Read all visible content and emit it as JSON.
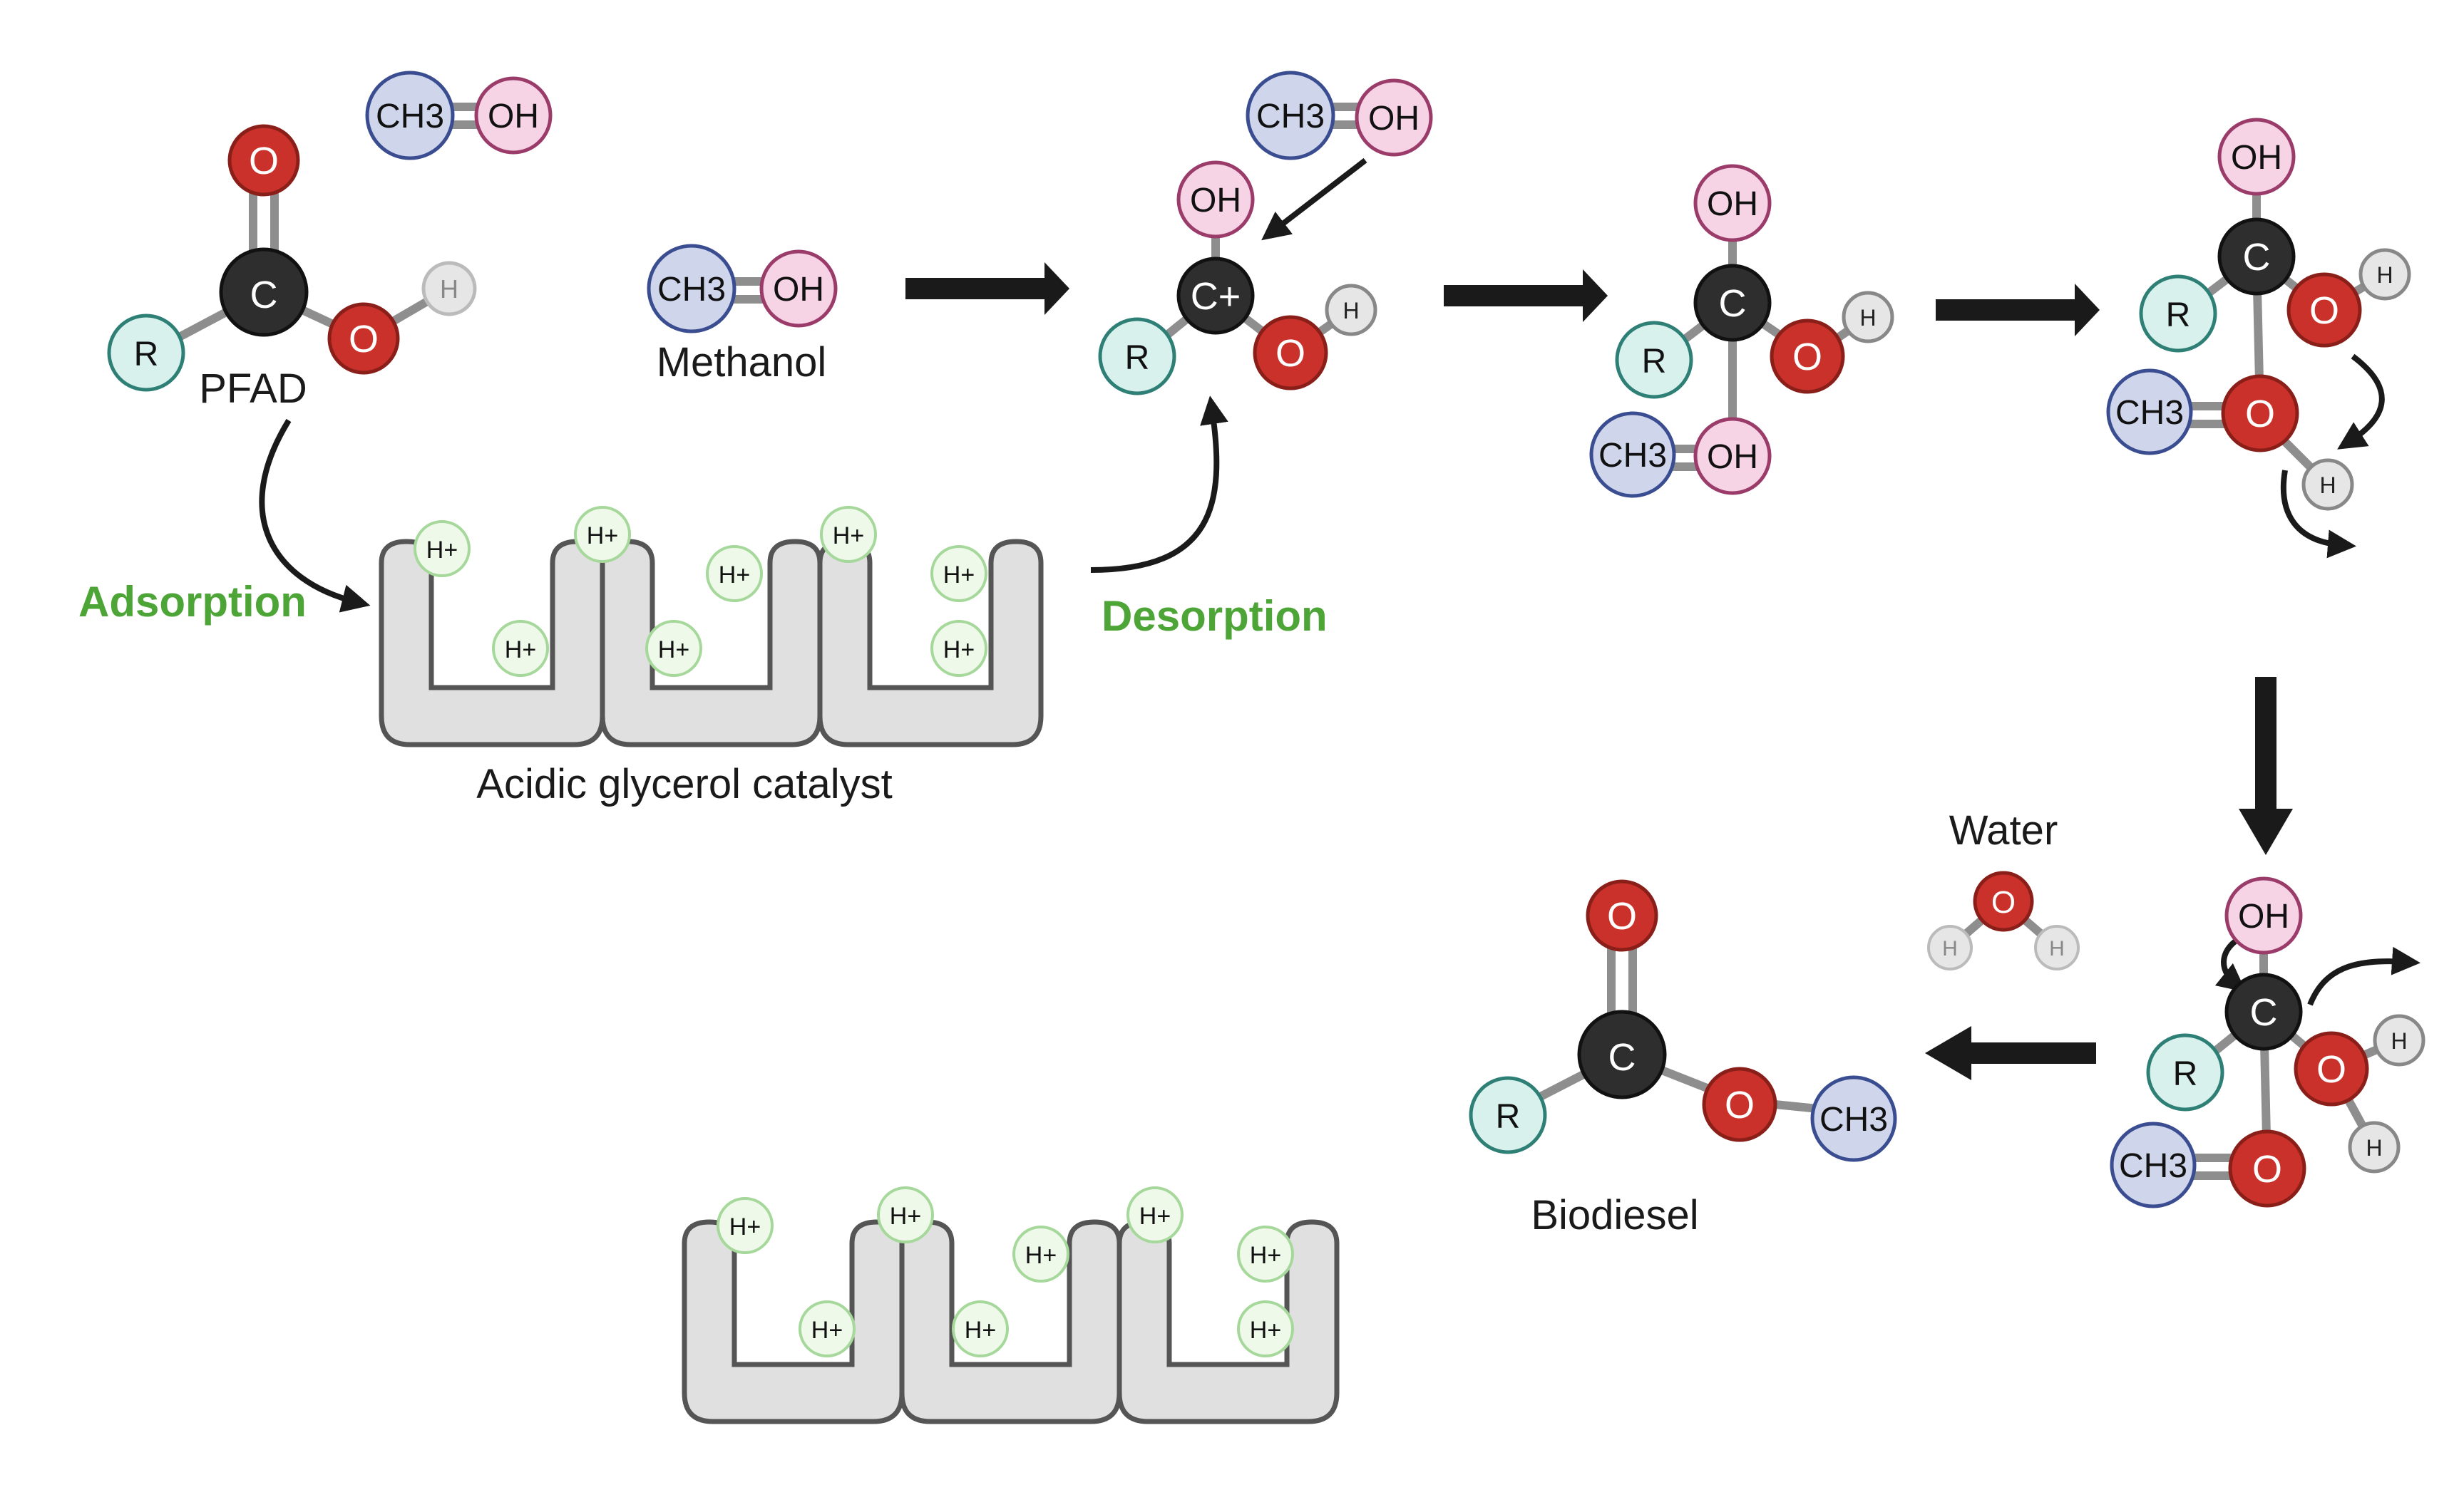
{
  "labels": {
    "pfad": "PFAD",
    "methanol": "Methanol",
    "catalyst": "Acidic glycerol catalyst",
    "adsorption": "Adsorption",
    "desorption": "Desorption",
    "water": "Water",
    "biodiesel": "Biodiesel"
  },
  "atoms": {
    "O": "O",
    "C": "C",
    "C_plus": "C+",
    "H": "H",
    "R": "R",
    "OH": "OH",
    "CH3": "CH3",
    "H_plus": "H+"
  },
  "colors": {
    "oxygen": "#c9312a",
    "carbon": "#2e2e2e",
    "hydrogen": "#e6e6e6",
    "r_group": "#d8f1ec",
    "hydroxyl": "#f6d3e5",
    "methyl": "#cfd6ec",
    "proton": "#eef9ea",
    "catalyst": "#e0e0e0",
    "accent_green": "#4ea537"
  }
}
